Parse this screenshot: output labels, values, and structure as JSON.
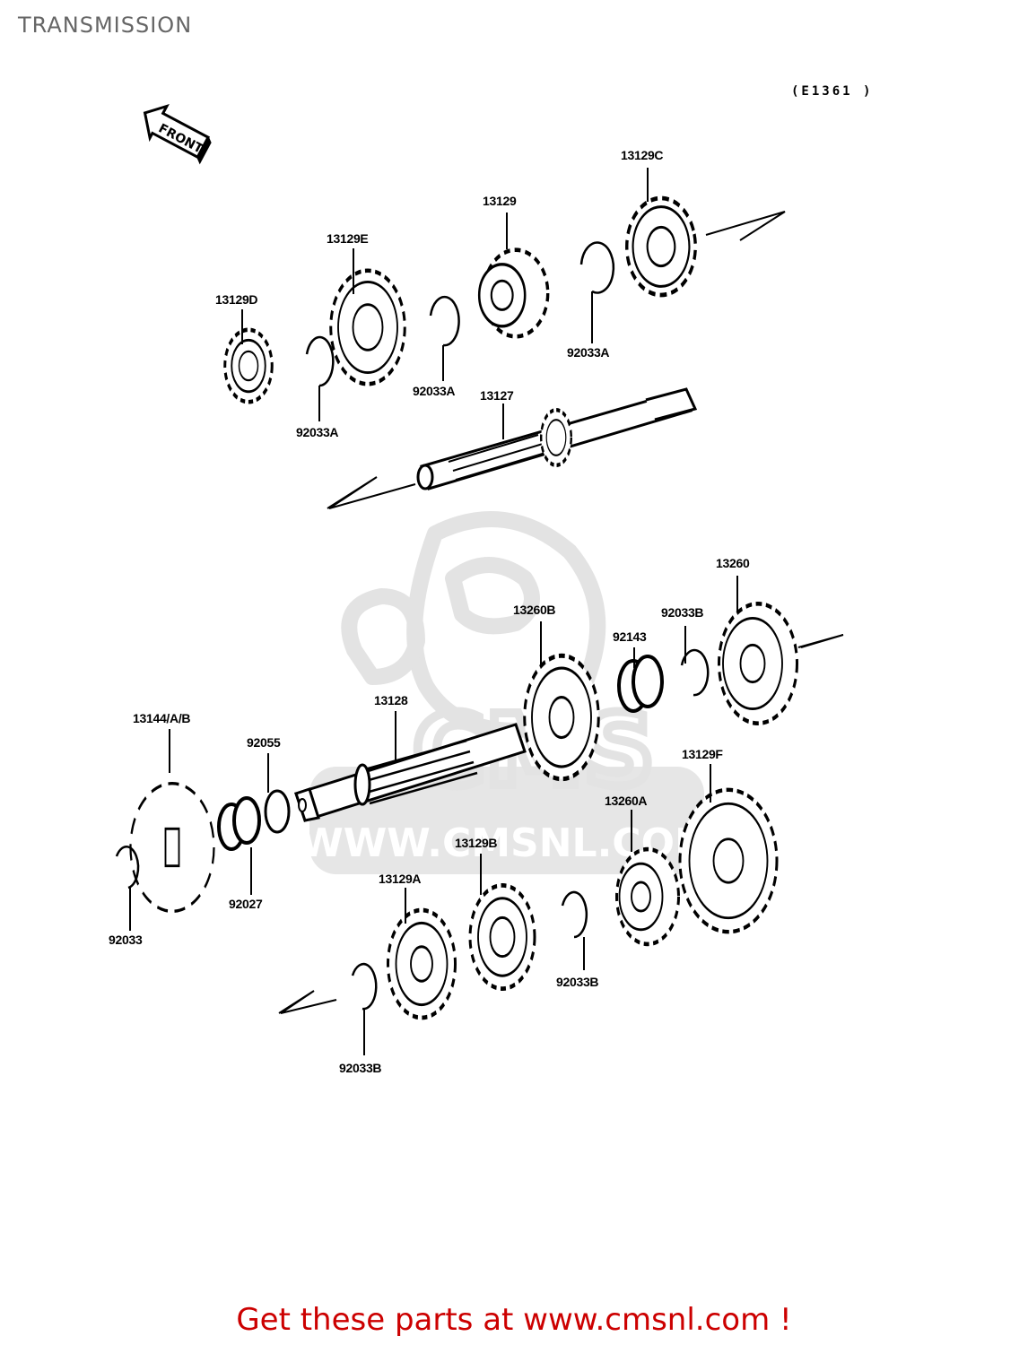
{
  "page": {
    "title": "TRANSMISSION",
    "diagram_code": "(E1361 )",
    "front_arrow_label": "FRONT",
    "watermark_text": "WWW.CMSNL.COM",
    "watermark_logo": "CMS",
    "footer_cta": "Get these parts at www.cmsnl.com !",
    "colors": {
      "title": "#666666",
      "footer": "#cc0000",
      "watermark": "#e6e6e6",
      "line": "#000000"
    }
  },
  "parts": [
    {
      "id": "13129C",
      "label": "13129C",
      "desc": "gear"
    },
    {
      "id": "13129",
      "label": "13129",
      "desc": "gear"
    },
    {
      "id": "13129E",
      "label": "13129E",
      "desc": "gear"
    },
    {
      "id": "13129D",
      "label": "13129D",
      "desc": "gear"
    },
    {
      "id": "92033A-1",
      "label": "92033A",
      "desc": "circlip"
    },
    {
      "id": "92033A-2",
      "label": "92033A",
      "desc": "circlip"
    },
    {
      "id": "92033A-3",
      "label": "92033A",
      "desc": "circlip"
    },
    {
      "id": "13127",
      "label": "13127",
      "desc": "input shaft"
    },
    {
      "id": "13260",
      "label": "13260",
      "desc": "gear"
    },
    {
      "id": "13260B",
      "label": "13260B",
      "desc": "gear"
    },
    {
      "id": "92033B-1",
      "label": "92033B",
      "desc": "circlip"
    },
    {
      "id": "92143",
      "label": "92143",
      "desc": "bushing"
    },
    {
      "id": "13128",
      "label": "13128",
      "desc": "output shaft"
    },
    {
      "id": "13144/A/B",
      "label": "13144/A/B",
      "desc": "sprocket"
    },
    {
      "id": "92055",
      "label": "92055",
      "desc": "o-ring"
    },
    {
      "id": "92027",
      "label": "92027",
      "desc": "collar"
    },
    {
      "id": "92033",
      "label": "92033",
      "desc": "circlip"
    },
    {
      "id": "13129F",
      "label": "13129F",
      "desc": "gear"
    },
    {
      "id": "13260A",
      "label": "13260A",
      "desc": "gear"
    },
    {
      "id": "13129B",
      "label": "13129B",
      "desc": "gear"
    },
    {
      "id": "13129A",
      "label": "13129A",
      "desc": "gear"
    },
    {
      "id": "92033B-2",
      "label": "92033B",
      "desc": "circlip"
    },
    {
      "id": "92033B-3",
      "label": "92033B",
      "desc": "circlip"
    }
  ]
}
